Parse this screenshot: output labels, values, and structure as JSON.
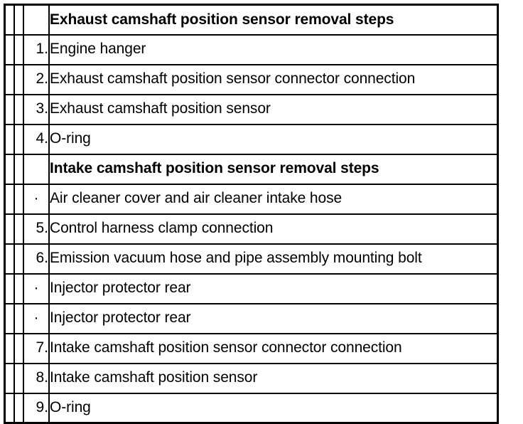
{
  "document": {
    "type": "service-manual-step-table",
    "background_color": "#ffffff",
    "line_color": "#000000"
  },
  "table": {
    "column_count": 4,
    "gutter_columns": 2,
    "rows": [
      {
        "kind": "heading",
        "marker": "",
        "text": "Exhaust camshaft position sensor removal steps"
      },
      {
        "kind": "step",
        "marker": "1.",
        "text": "Engine hanger"
      },
      {
        "kind": "step",
        "marker": "2.",
        "text": "Exhaust camshaft position sensor connector connection"
      },
      {
        "kind": "step",
        "marker": "3.",
        "text": "Exhaust camshaft position sensor"
      },
      {
        "kind": "step",
        "marker": "4.",
        "text": "O-ring"
      },
      {
        "kind": "heading",
        "marker": "",
        "text": "Intake camshaft position sensor removal steps"
      },
      {
        "kind": "bullet",
        "marker": "·",
        "text": "Air cleaner cover and air cleaner intake hose"
      },
      {
        "kind": "step",
        "marker": "5.",
        "text": "Control harness clamp connection"
      },
      {
        "kind": "step",
        "marker": "6.",
        "text": "Emission vacuum hose and pipe assembly mounting bolt"
      },
      {
        "kind": "bullet",
        "marker": "·",
        "text": "Injector protector rear"
      },
      {
        "kind": "bullet",
        "marker": "·",
        "text": "Injector protector rear"
      },
      {
        "kind": "step",
        "marker": "7.",
        "text": "Intake camshaft position sensor connector connection"
      },
      {
        "kind": "step",
        "marker": "8.",
        "text": "Intake camshaft position sensor"
      },
      {
        "kind": "step",
        "marker": "9.",
        "text": "O-ring"
      }
    ]
  }
}
